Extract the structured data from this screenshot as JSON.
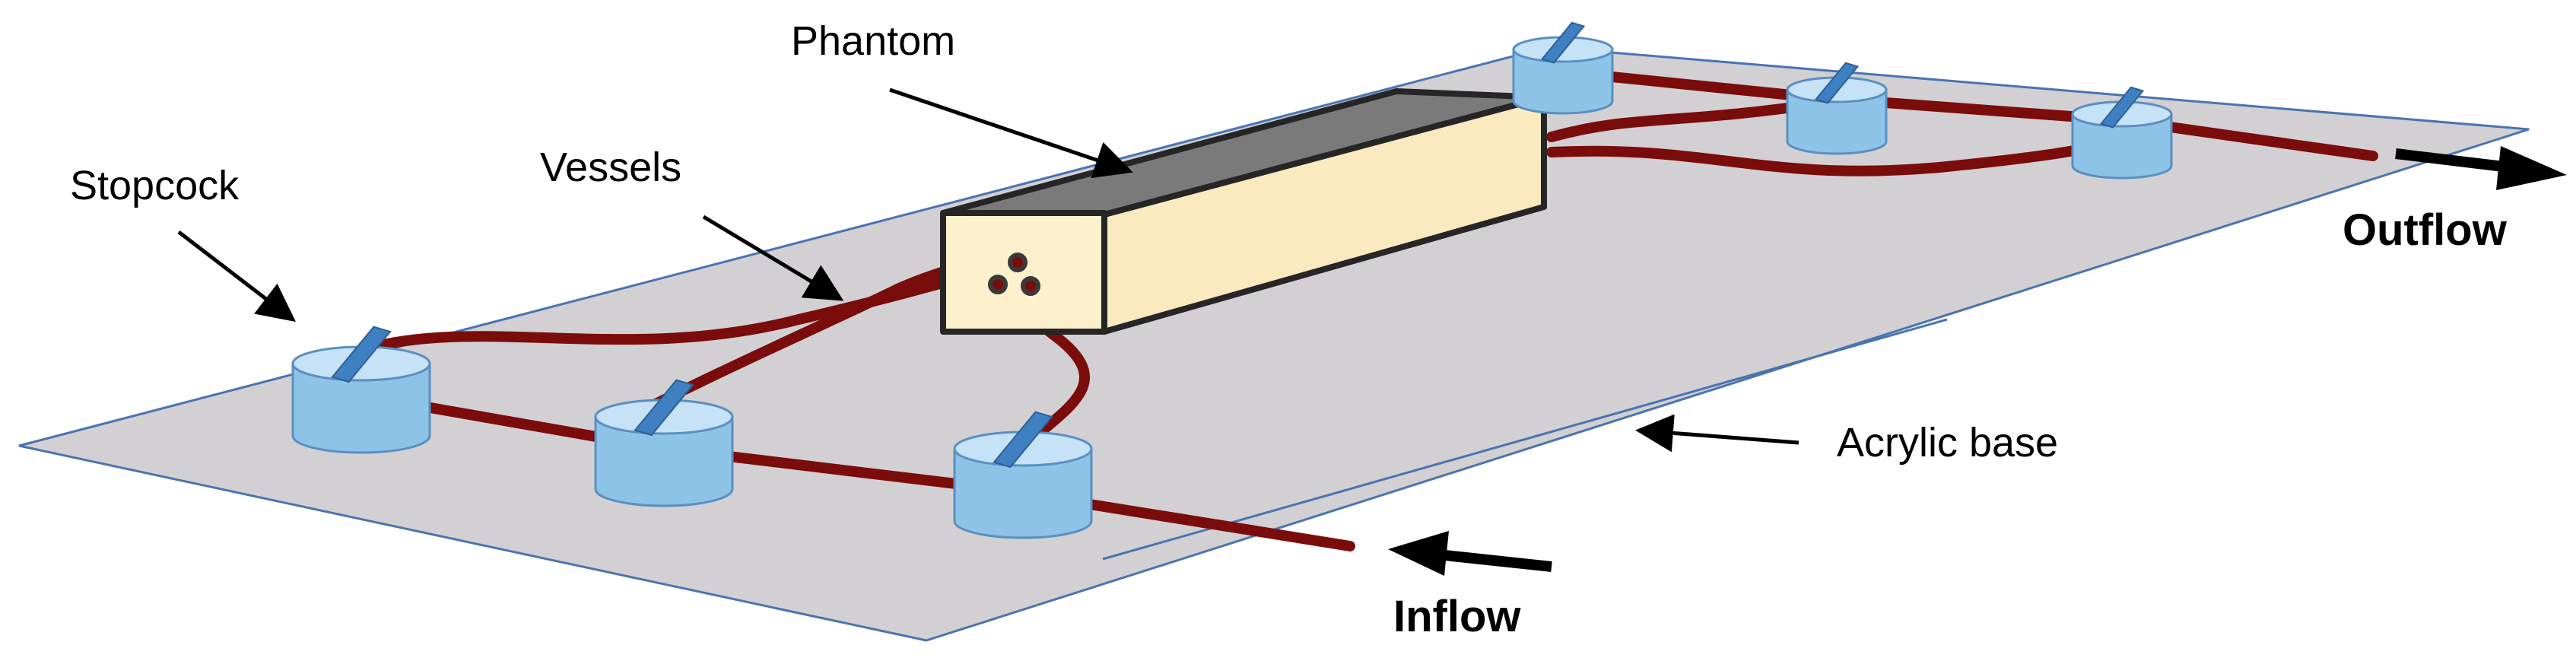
{
  "labels": {
    "phantom": "Phantom",
    "stopcock": "Stopcock",
    "vessels": "Vessels",
    "acrylic_base": "Acrylic base",
    "outflow": "Outflow",
    "inflow": "Inflow"
  },
  "colors": {
    "base_fill": "#d2d0d3",
    "base_edge": "#4a74b0",
    "vessel": "#7a0c0c",
    "phantom_front": "#fdf0cc",
    "phantom_side": "#fbe9c0",
    "phantom_top": "#7a7a7a",
    "phantom_edge": "#262626",
    "stopcock_body": "#8ec3e8",
    "stopcock_top": "#c6e2f6",
    "stopcock_edge": "#5a8fc0",
    "handle": "#3f80c2",
    "arrow": "#000000"
  }
}
